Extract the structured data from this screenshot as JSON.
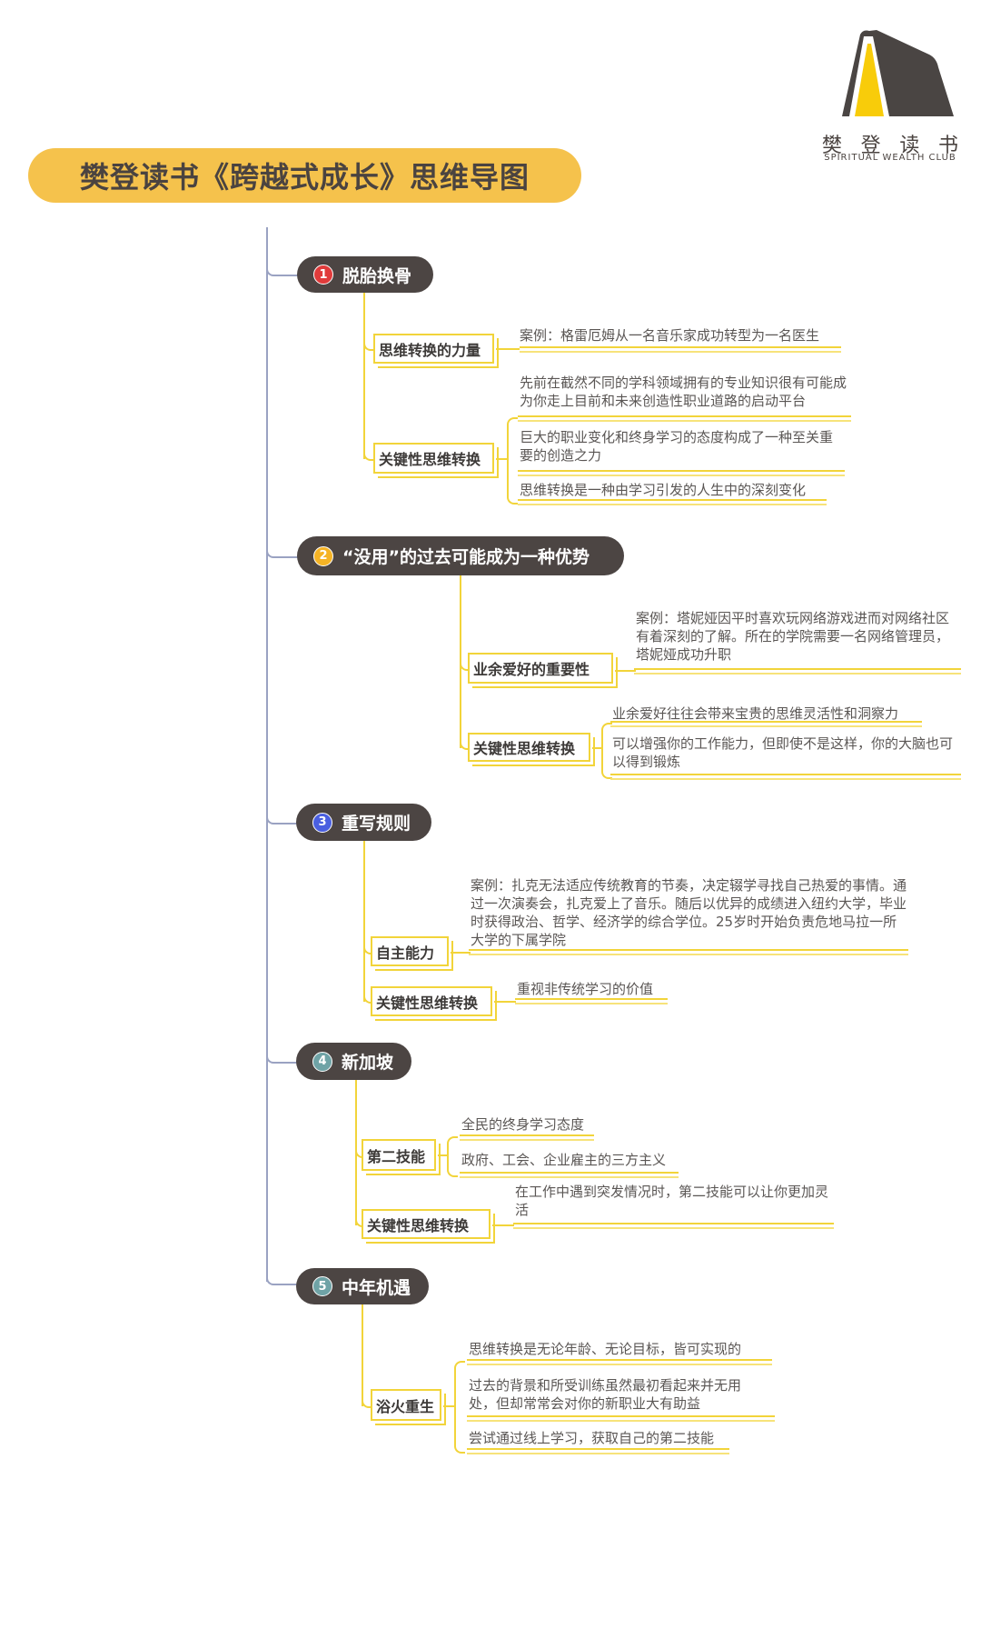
{
  "header": {
    "title": "樊登读书《跨越式成长》思维导图",
    "logo": {
      "cn_chars": [
        "樊",
        "登",
        "读",
        "书"
      ],
      "en": "SPIRITUAL WEALTH CLUB",
      "colors": {
        "dark": "#4a4543",
        "yellow": "#f8cc0a"
      }
    }
  },
  "colors": {
    "title_bg": "#f5c24c",
    "topic_bg": "#4c4543",
    "branch": "#f2d43a",
    "spine": "#9aa2c2"
  },
  "topics": [
    {
      "num": "1",
      "num_color": "#e03b3b",
      "label": "脱胎换骨",
      "subs": [
        {
          "label": "思维转换的力量",
          "leaves": [
            "案例：格雷厄姆从一名音乐家成功转型为一名医生"
          ]
        },
        {
          "label": "关键性思维转换",
          "leaves": [
            "先前在截然不同的学科领域拥有的专业知识很有可能成为你走上目前和未来创造性职业道路的启动平台",
            "巨大的职业变化和终身学习的态度构成了一种至关重要的创造之力",
            "思维转换是一种由学习引发的人生中的深刻变化"
          ]
        }
      ]
    },
    {
      "num": "2",
      "num_color": "#f5b325",
      "label": "“没用”的过去可能成为一种优势",
      "subs": [
        {
          "label": "业余爱好的重要性",
          "leaves": [
            "案例：塔妮娅因平时喜欢玩网络游戏进而对网络社区有着深刻的了解。所在的学院需要一名网络管理员，塔妮娅成功升职"
          ]
        },
        {
          "label": "关键性思维转换",
          "leaves": [
            "业余爱好往往会带来宝贵的思维灵活性和洞察力",
            "可以增强你的工作能力，但即使不是这样，你的大脑也可以得到锻炼"
          ]
        }
      ]
    },
    {
      "num": "3",
      "num_color": "#4a5fe0",
      "label": "重写规则",
      "subs": [
        {
          "label": "自主能力",
          "leaves": [
            "案例：扎克无法适应传统教育的节奏，决定辍学寻找自己热爱的事情。通过一次演奏会，扎克爱上了音乐。随后以优异的成绩进入纽约大学，毕业时获得政治、哲学、经济学的综合学位。25岁时开始负责危地马拉一所大学的下属学院"
          ]
        },
        {
          "label": "关键性思维转换",
          "leaves": [
            "重视非传统学习的价值"
          ]
        }
      ]
    },
    {
      "num": "4",
      "num_color": "#6fa3a6",
      "label": "新加坡",
      "subs": [
        {
          "label": "第二技能",
          "leaves": [
            "全民的终身学习态度",
            "政府、工会、企业雇主的三方主义"
          ]
        },
        {
          "label": "关键性思维转换",
          "leaves": [
            "在工作中遇到突发情况时，第二技能可以让你更加灵活"
          ]
        }
      ]
    },
    {
      "num": "5",
      "num_color": "#6fa3a6",
      "label": "中年机遇",
      "subs": [
        {
          "label": "浴火重生",
          "leaves": [
            "思维转换是无论年龄、无论目标，皆可实现的",
            "过去的背景和所受训练虽然最初看起来并无用处，但却常常会对你的新职业大有助益",
            "尝试通过线上学习，获取自己的第二技能"
          ]
        }
      ]
    }
  ]
}
